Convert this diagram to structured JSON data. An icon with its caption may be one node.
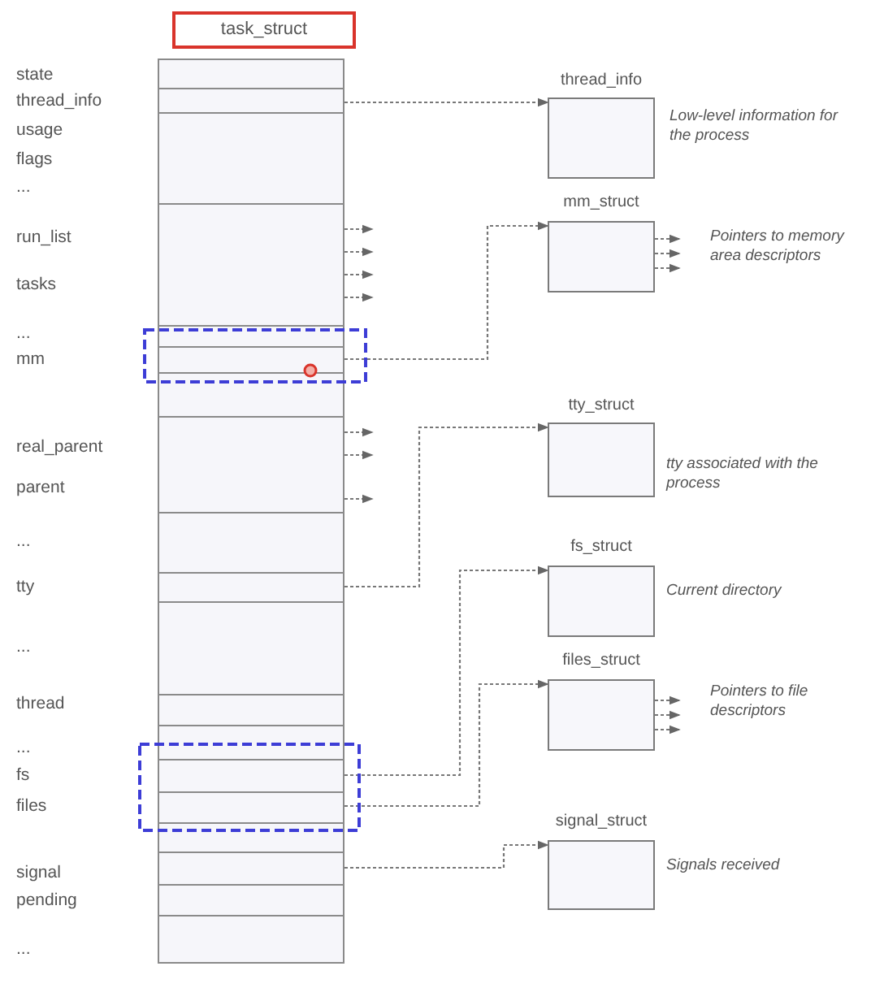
{
  "diagram": {
    "nodes": [
      {
        "text": [
          "task_struct"
        ]
      },
      {
        "text": [],
        "shape": "box"
      },
      {
        "text": [
          "thread_info"
        ],
        "beside": [
          "Low-level information for the process"
        ]
      },
      {
        "text": [
          "mm_struct"
        ],
        "beside": [
          "Pointers to memory area descriptors"
        ]
      },
      {
        "text": [
          "tty_struct"
        ],
        "beside": [
          "tty associated with the process"
        ]
      },
      {
        "text": [
          "fs_struct"
        ],
        "beside": [
          "Current directory"
        ]
      },
      {
        "text": [
          "files_struct"
        ],
        "beside": [
          "Pointers to file descriptors"
        ]
      },
      {
        "text": [
          "signal_struct"
        ],
        "beside": [
          "Signals received"
        ]
      }
    ],
    "edges": [
      {
        "from": 1,
        "to": 2,
        "arrow": "to"
      },
      {
        "from": 1,
        "to": 3,
        "arrow": "to"
      },
      {
        "from": 1,
        "to": 4,
        "arrow": "to"
      },
      {
        "from": 1,
        "to": 5,
        "arrow": "to"
      },
      {
        "from": 1,
        "to": 6,
        "arrow": "to"
      },
      {
        "from": 1,
        "to": 7,
        "arrow": "to"
      },
      {
        "from": 1,
        "to": null,
        "arrow": "to"
      },
      {
        "from": 1,
        "to": null,
        "arrow": "to"
      },
      {
        "from": 1,
        "to": null,
        "arrow": "to"
      },
      {
        "from": 1,
        "to": null,
        "arrow": "to"
      },
      {
        "from": 1,
        "to": null,
        "arrow": "to"
      },
      {
        "from": 1,
        "to": null,
        "arrow": "to"
      },
      {
        "from": 1,
        "to": null,
        "arrow": "to"
      },
      {
        "from": 3,
        "to": null,
        "arrow": "to"
      },
      {
        "from": 3,
        "to": null,
        "arrow": "to"
      },
      {
        "from": 3,
        "to": null,
        "arrow": "to"
      },
      {
        "from": 6,
        "to": null,
        "arrow": "to"
      },
      {
        "from": 6,
        "to": null,
        "arrow": "to"
      },
      {
        "from": 6,
        "to": null,
        "arrow": "to"
      }
    ],
    "labels": [
      "state",
      "thread_info",
      "usage",
      "flags",
      "...",
      "run_list",
      "tasks",
      "...",
      "mm",
      "real_parent",
      "parent",
      "...",
      "tty",
      "...",
      "thread",
      "...",
      "fs",
      "files",
      "signal",
      "pending",
      "..."
    ]
  }
}
